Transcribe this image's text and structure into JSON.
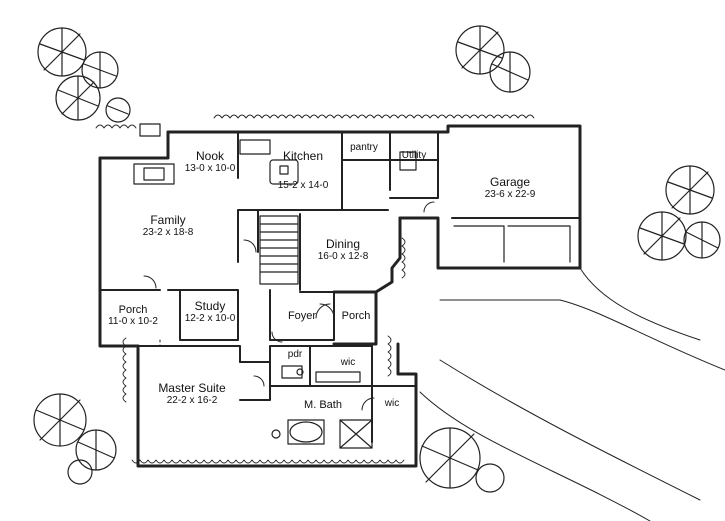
{
  "plan": {
    "rooms": [
      {
        "id": "nook",
        "name": "Nook",
        "dims": "13-0 x 10-0"
      },
      {
        "id": "kitchen",
        "name": "Kitchen",
        "dims": "15-2 x 14-0"
      },
      {
        "id": "pantry",
        "name": "pantry",
        "dims": ""
      },
      {
        "id": "utility",
        "name": "Utility",
        "dims": ""
      },
      {
        "id": "garage",
        "name": "Garage",
        "dims": "23-6 x 22-9"
      },
      {
        "id": "family",
        "name": "Family",
        "dims": "23-2 x 18-8"
      },
      {
        "id": "dining",
        "name": "Dining",
        "dims": "16-0 x 12-8"
      },
      {
        "id": "porch-left",
        "name": "Porch",
        "dims": "11-0 x 10-2"
      },
      {
        "id": "study",
        "name": "Study",
        "dims": "12-2 x 10-0"
      },
      {
        "id": "foyer",
        "name": "Foyer",
        "dims": ""
      },
      {
        "id": "porch-front",
        "name": "Porch",
        "dims": ""
      },
      {
        "id": "pdr",
        "name": "pdr",
        "dims": ""
      },
      {
        "id": "wic-upper",
        "name": "wic",
        "dims": ""
      },
      {
        "id": "master-suite",
        "name": "Master Suite",
        "dims": "22-2 x 16-2"
      },
      {
        "id": "master-bath",
        "name": "M. Bath",
        "dims": ""
      },
      {
        "id": "wic-lower",
        "name": "wic",
        "dims": ""
      }
    ]
  }
}
